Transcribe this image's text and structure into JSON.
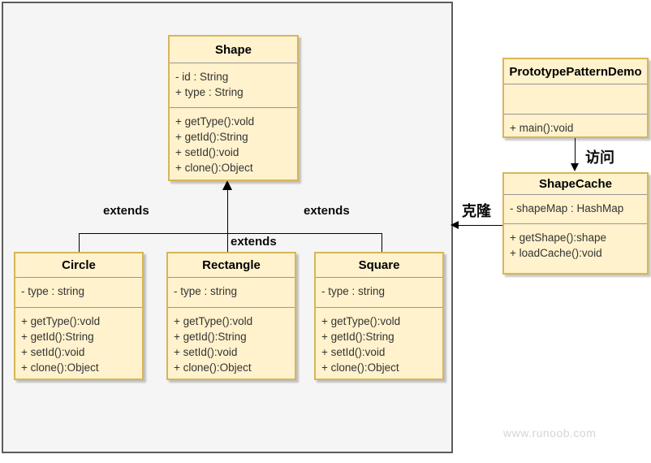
{
  "diagram": {
    "classes": [
      {
        "title": "Shape",
        "attributes": [
          "- id : String",
          "+ type : String"
        ],
        "methods": [
          "+ getType():vold",
          "+ getId():String",
          "+ setId():void",
          "+ clone():Object"
        ]
      },
      {
        "title": "Circle",
        "attributes": [
          "- type : string"
        ],
        "methods": [
          "+ getType():vold",
          "+ getId():String",
          "+ setId():void",
          "+ clone():Object"
        ]
      },
      {
        "title": "Rectangle",
        "attributes": [
          "- type : string"
        ],
        "methods": [
          "+ getType():vold",
          "+ getId():String",
          "+ setId():void",
          "+ clone():Object"
        ]
      },
      {
        "title": "Square",
        "attributes": [
          "- type : string"
        ],
        "methods": [
          "+ getType():vold",
          "+ getId():String",
          "+ setId():void",
          "+ clone():Object"
        ]
      },
      {
        "title": "PrototypePatternDemo",
        "attributes": [],
        "methods": [
          "+ main():void"
        ]
      },
      {
        "title": "ShapeCache",
        "attributes": [
          "- shapeMap : HashMap"
        ],
        "methods": [
          "+ getShape():shape",
          "+ loadCache():void"
        ]
      }
    ],
    "edge_labels": {
      "extends_left": "extends",
      "extends_center": "extends",
      "extends_right": "extends",
      "access": "访问",
      "clone": "克隆"
    },
    "watermark": "www.runoob.com",
    "colors": {
      "class_fill": "#FFF2CC",
      "class_border": "#D6B656",
      "divider": "#979797",
      "panel_fill": "#F5F5F5",
      "panel_border": "#5C5C5C",
      "edge_line": "#000000",
      "watermark": "#D5D5D5"
    }
  }
}
